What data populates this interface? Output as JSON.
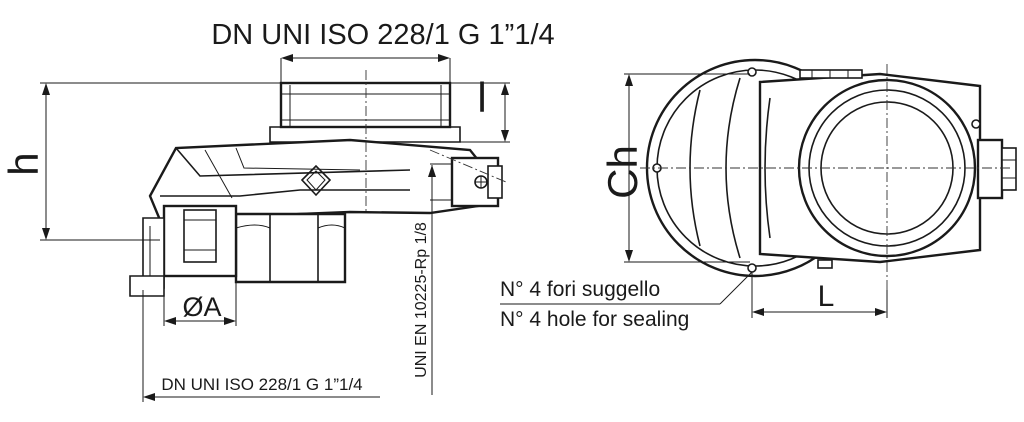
{
  "labels": {
    "top_thread": "DN UNI ISO 228/1 G 1”1/4",
    "bottom_thread": "DN UNI ISO 228/1 G 1”1/4",
    "h": "h",
    "l_small": "l",
    "dia_a": "ØA",
    "pipe_thread": "UNI EN 10225-Rp 1/8",
    "ch": "Ch",
    "l_big": "L",
    "seal_it": "N° 4 fori suggello",
    "seal_en": "N° 4 hole for sealing"
  }
}
